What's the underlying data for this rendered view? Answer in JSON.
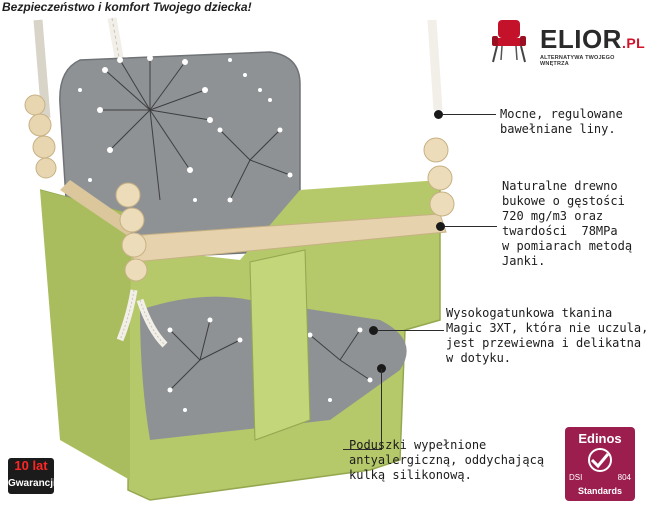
{
  "header": {
    "title": "Bezpieczeństwo i komfort Twojego dziecka!"
  },
  "logo": {
    "name": "ELIOR",
    "suffix": ".PL",
    "tagline": "ALTERNATYWA TWOJEGO WNĘTRZA"
  },
  "annotations": {
    "ropes": "Mocne, regulowane\nbawełniane liny.",
    "wood": "Naturalne drewno\nbukowe o gęstości\n720 mg/m3 oraz\ntwardości  78MPa\nw pomiarach metodą\nJanki.",
    "fabric": "Wysokogatunkowa tkanina\nMagic 3XT, która nie uczula,\njest przewiewna i delikatna\nw dotyku.",
    "cushions": "Poduszki wypełnione\nantyalergiczną, oddychającą\nkulką silikonową."
  },
  "warranty_badge": {
    "years": "10 lat",
    "label": "Gwarancji"
  },
  "edinos_badge": {
    "brand": "Edinos",
    "dsi": "DSI",
    "number": "804",
    "standards": "Standards"
  },
  "colors": {
    "fabric_green": "#b5c96a",
    "cushion_gray": "#8f9396",
    "wood": "#e6d3ad",
    "badge_magenta": "#9c1e4e"
  }
}
